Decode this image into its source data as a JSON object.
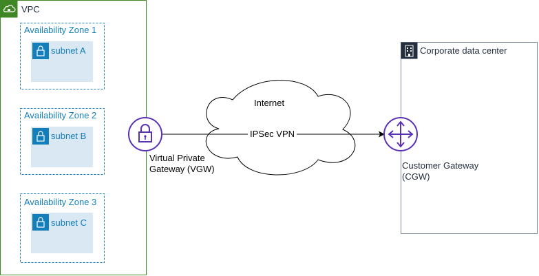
{
  "colors": {
    "vpc_green": "#3F8624",
    "az_blue": "#147EBA",
    "subnet_fill": "#DAE8F4",
    "lock_blue": "#147EBA",
    "vgw_purple": "#5A30B5",
    "dc_gray": "#7D8998",
    "dc_icon_bg": "#232F3E",
    "text_dark": "#232F3E",
    "line": "#000000"
  },
  "vpc": {
    "title": "VPC",
    "icon": "cloud-lock-icon"
  },
  "zones": [
    {
      "title": "Availability Zone 1",
      "subnet": "subnet A"
    },
    {
      "title": "Availability Zone 2",
      "subnet": "subnet B"
    },
    {
      "title": "Availability Zone 3",
      "subnet": "subnet C"
    }
  ],
  "vgw": {
    "label_line1": "Virtual Private",
    "label_line2": "Gateway (VGW)",
    "icon": "padlock-icon"
  },
  "cloud": {
    "label": "Internet",
    "icon": "cloud-shape"
  },
  "connection": {
    "label": "IPSec VPN"
  },
  "datacenter": {
    "title": "Corporate data center",
    "icon": "office-building-icon"
  },
  "cgw": {
    "label_line1": "Customer Gateway",
    "label_line2": "(CGW)",
    "icon": "four-arrows-icon"
  }
}
